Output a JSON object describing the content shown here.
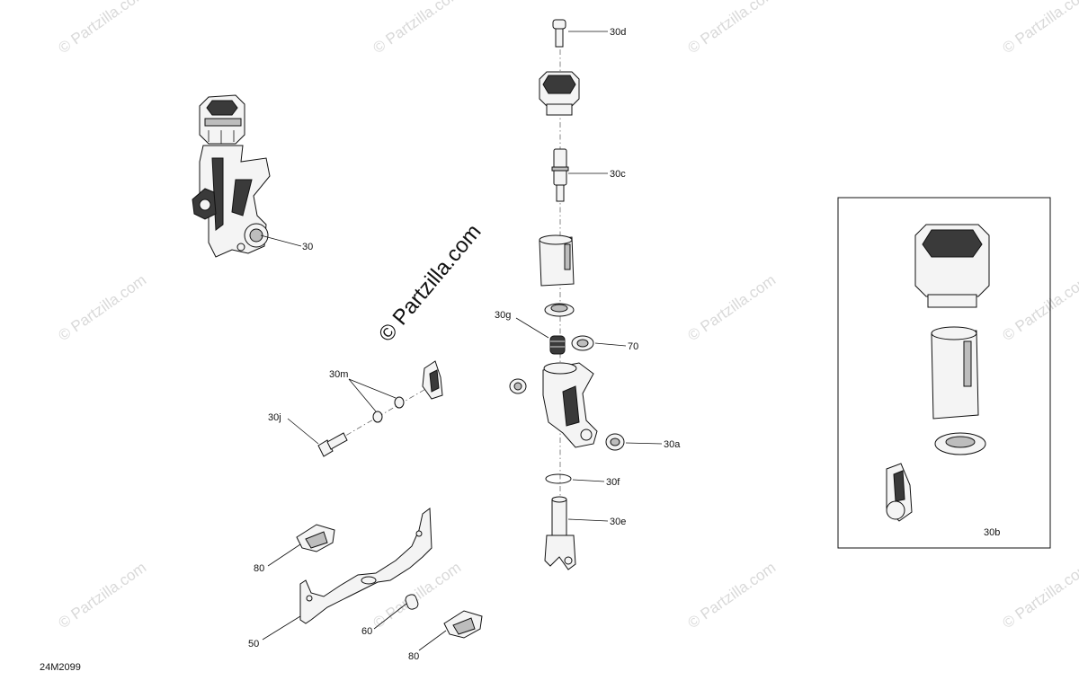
{
  "watermark": {
    "text": "© Partzilla.com",
    "main_text": "© Partzilla.com"
  },
  "diagram_code": "24M2099",
  "callouts": {
    "c30": "30",
    "c30a": "30a",
    "c30b": "30b",
    "c30c": "30c",
    "c30d": "30d",
    "c30e": "30e",
    "c30f": "30f",
    "c30g": "30g",
    "c30j": "30j",
    "c30m": "30m",
    "c50": "50",
    "c60": "60",
    "c70": "70",
    "c80a": "80",
    "c80b": "80"
  },
  "colors": {
    "line": "#111111",
    "watermark": "#d9d9d9",
    "part_fill": "#f4f4f4",
    "part_dark": "#3a3a3a"
  }
}
